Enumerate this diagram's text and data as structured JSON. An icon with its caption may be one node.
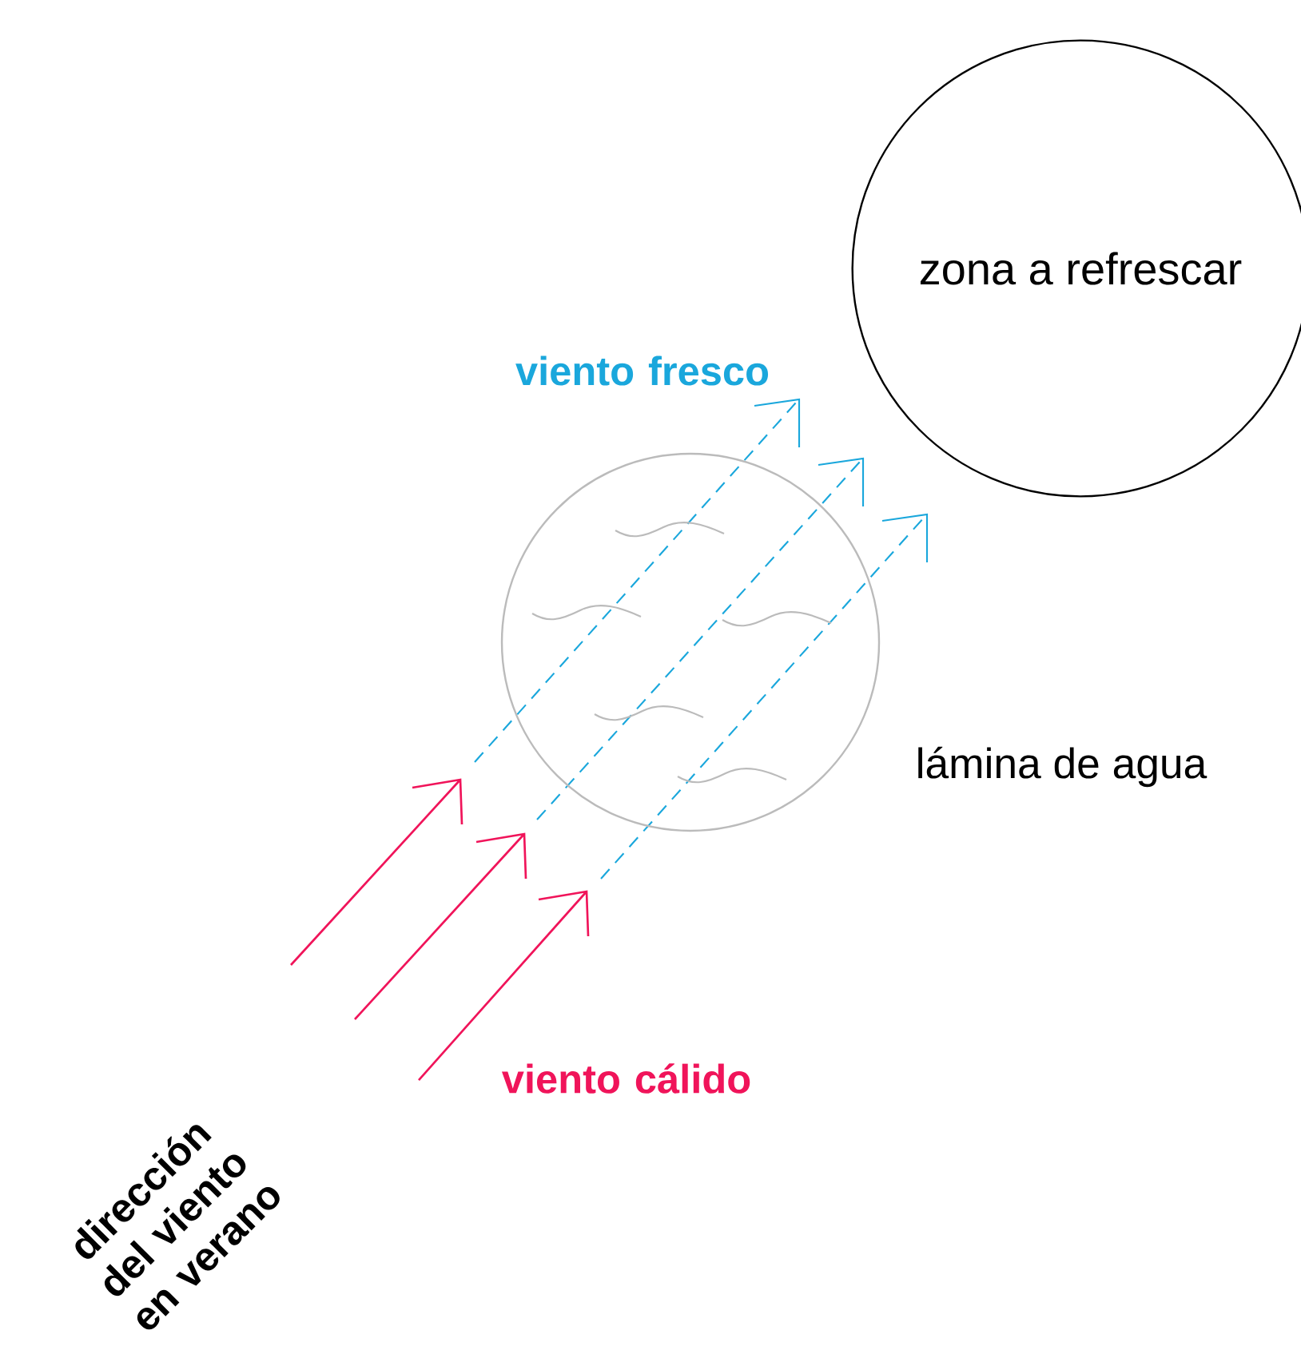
{
  "diagram": {
    "nodes": [
      {
        "text": [
          "zona a refrescar"
        ]
      },
      {
        "text": [],
        "shape": "circle",
        "beside": [
          "lámina de agua"
        ]
      }
    ],
    "labels": [
      "viento fresco",
      "viento cálido",
      "dirección del viento en verano"
    ]
  }
}
